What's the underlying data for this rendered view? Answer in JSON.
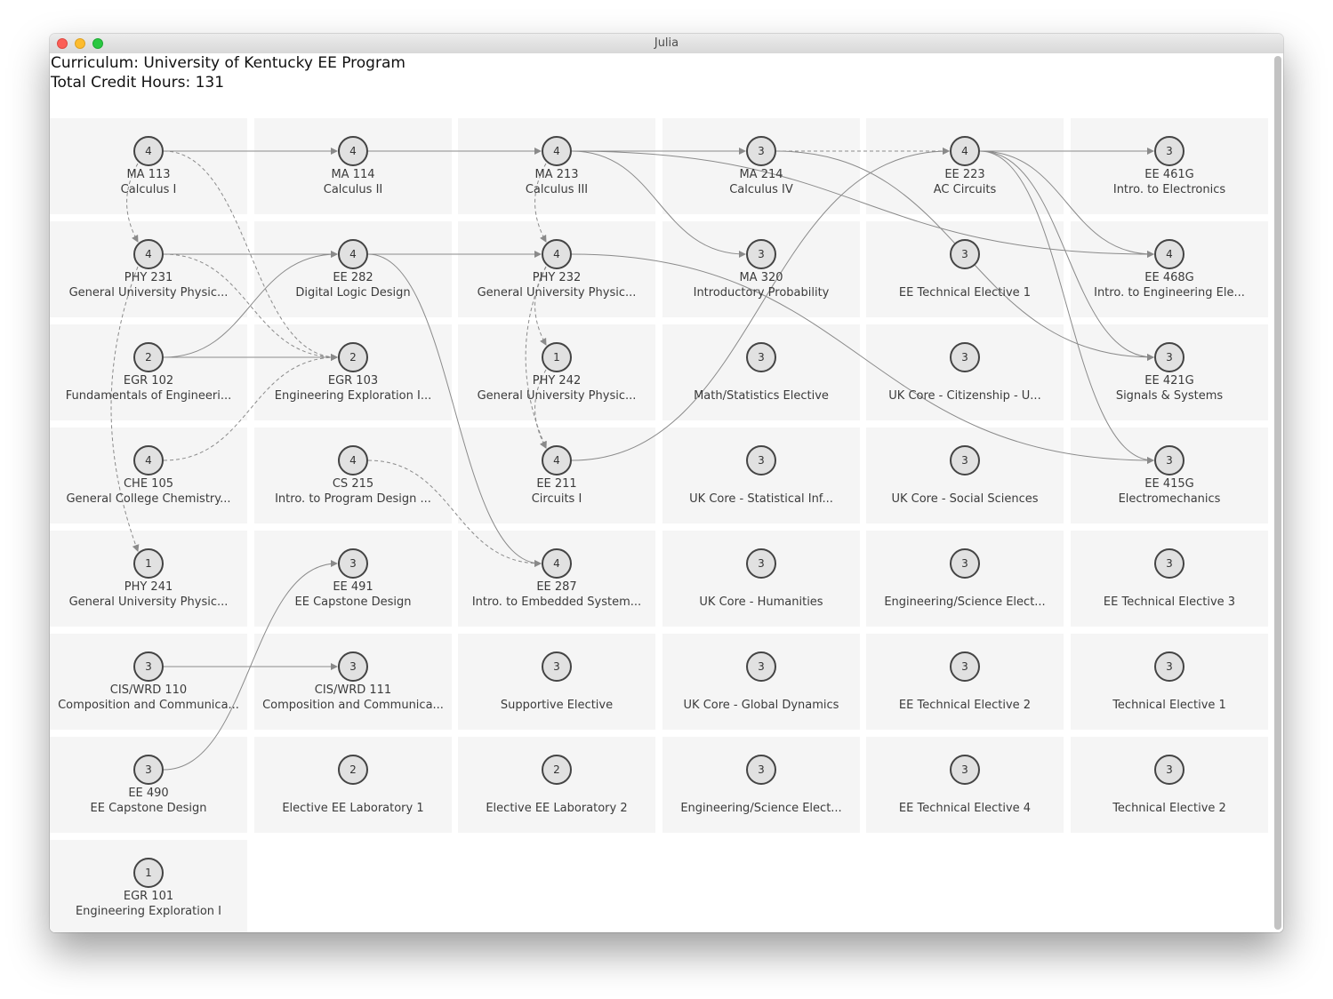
{
  "window": {
    "title": "Julia",
    "info": {
      "curriculum": "Curriculum: University of Kentucky EE Program",
      "credit_hours": "Total Credit Hours: 131"
    }
  },
  "colors": {
    "node_fill": "#e1e1e1",
    "node_border": "#444444",
    "cell_bg": "#f5f5f5",
    "edge": "#8a8a8a"
  },
  "terms": [
    [
      {
        "id": "MA113",
        "credits": "4",
        "prefix": "MA 113",
        "name": "Calculus I"
      },
      {
        "id": "PHY231",
        "credits": "4",
        "prefix": "PHY 231",
        "name": "General University Physic..."
      },
      {
        "id": "EGR102",
        "credits": "2",
        "prefix": "EGR 102",
        "name": "Fundamentals of Engineeri..."
      },
      {
        "id": "CHE105",
        "credits": "4",
        "prefix": "CHE 105",
        "name": "General College Chemistry..."
      },
      {
        "id": "PHY241",
        "credits": "1",
        "prefix": "PHY 241",
        "name": "General University Physic..."
      },
      {
        "id": "CISWRD110",
        "credits": "3",
        "prefix": "CIS/WRD 110",
        "name": "Composition and Communica..."
      },
      {
        "id": "EE490",
        "credits": "3",
        "prefix": "EE 490",
        "name": "EE Capstone Design"
      },
      {
        "id": "EGR101",
        "credits": "1",
        "prefix": "EGR 101",
        "name": "Engineering Exploration I"
      }
    ],
    [
      {
        "id": "MA114",
        "credits": "4",
        "prefix": "MA 114",
        "name": "Calculus II"
      },
      {
        "id": "EE282",
        "credits": "4",
        "prefix": "EE 282",
        "name": "Digital Logic Design"
      },
      {
        "id": "EGR103",
        "credits": "2",
        "prefix": "EGR 103",
        "name": "Engineering Exploration I..."
      },
      {
        "id": "CS215",
        "credits": "4",
        "prefix": "CS 215",
        "name": "Intro. to Program Design ..."
      },
      {
        "id": "EE491",
        "credits": "3",
        "prefix": "EE 491",
        "name": "EE Capstone Design"
      },
      {
        "id": "CISWRD111",
        "credits": "3",
        "prefix": "CIS/WRD 111",
        "name": "Composition and Communica..."
      },
      {
        "id": "ELAB1",
        "credits": "2",
        "prefix": "",
        "name": "Elective EE Laboratory 1"
      }
    ],
    [
      {
        "id": "MA213",
        "credits": "4",
        "prefix": "MA 213",
        "name": "Calculus III"
      },
      {
        "id": "PHY232",
        "credits": "4",
        "prefix": "PHY 232",
        "name": "General University Physic..."
      },
      {
        "id": "PHY242",
        "credits": "1",
        "prefix": "PHY 242",
        "name": "General University Physic..."
      },
      {
        "id": "EE211",
        "credits": "4",
        "prefix": "EE 211",
        "name": "Circuits I"
      },
      {
        "id": "EE287",
        "credits": "4",
        "prefix": "EE 287",
        "name": "Intro. to Embedded System..."
      },
      {
        "id": "SUPEL",
        "credits": "3",
        "prefix": "",
        "name": "Supportive Elective"
      },
      {
        "id": "ELAB2",
        "credits": "2",
        "prefix": "",
        "name": "Elective EE Laboratory 2"
      }
    ],
    [
      {
        "id": "MA214",
        "credits": "3",
        "prefix": "MA 214",
        "name": "Calculus IV"
      },
      {
        "id": "MA320",
        "credits": "3",
        "prefix": "MA 320",
        "name": "Introductory Probability"
      },
      {
        "id": "MATHEL",
        "credits": "3",
        "prefix": "",
        "name": "Math/Statistics Elective"
      },
      {
        "id": "UKSTAT",
        "credits": "3",
        "prefix": "",
        "name": "UK Core - Statistical Inf..."
      },
      {
        "id": "UKHUM",
        "credits": "3",
        "prefix": "",
        "name": "UK Core - Humanities"
      },
      {
        "id": "UKGLOB",
        "credits": "3",
        "prefix": "",
        "name": "UK Core - Global Dynamics"
      },
      {
        "id": "ENGSCI1",
        "credits": "3",
        "prefix": "",
        "name": "Engineering/Science Elect..."
      }
    ],
    [
      {
        "id": "EE223",
        "credits": "4",
        "prefix": "EE 223",
        "name": "AC Circuits"
      },
      {
        "id": "EETE1",
        "credits": "3",
        "prefix": "",
        "name": "EE Technical Elective 1"
      },
      {
        "id": "UKCIT",
        "credits": "3",
        "prefix": "",
        "name": "UK Core - Citizenship - U..."
      },
      {
        "id": "UKSOC",
        "credits": "3",
        "prefix": "",
        "name": "UK Core - Social Sciences"
      },
      {
        "id": "ENGSCI2",
        "credits": "3",
        "prefix": "",
        "name": "Engineering/Science Elect..."
      },
      {
        "id": "EETE2",
        "credits": "3",
        "prefix": "",
        "name": "EE Technical Elective 2"
      },
      {
        "id": "EETE4",
        "credits": "3",
        "prefix": "",
        "name": "EE Technical Elective 4"
      }
    ],
    [
      {
        "id": "EE461G",
        "credits": "3",
        "prefix": "EE 461G",
        "name": "Intro. to Electronics"
      },
      {
        "id": "EE468G",
        "credits": "4",
        "prefix": "EE 468G",
        "name": "Intro. to Engineering Ele..."
      },
      {
        "id": "EE421G",
        "credits": "3",
        "prefix": "EE 421G",
        "name": "Signals & Systems"
      },
      {
        "id": "EE415G",
        "credits": "3",
        "prefix": "EE 415G",
        "name": "Electromechanics"
      },
      {
        "id": "EETE3",
        "credits": "3",
        "prefix": "",
        "name": "EE Technical Elective 3"
      },
      {
        "id": "TE1",
        "credits": "3",
        "prefix": "",
        "name": "Technical Elective 1"
      },
      {
        "id": "TE2",
        "credits": "3",
        "prefix": "",
        "name": "Technical Elective 2"
      }
    ]
  ],
  "requisites": [
    {
      "from": "MA113",
      "to": "MA114",
      "kind": "pre"
    },
    {
      "from": "MA113",
      "to": "PHY231",
      "kind": "co"
    },
    {
      "from": "MA113",
      "to": "EGR103",
      "kind": "co"
    },
    {
      "from": "PHY231",
      "to": "EE282",
      "kind": "pre"
    },
    {
      "from": "PHY231",
      "to": "EGR103",
      "kind": "co"
    },
    {
      "from": "PHY231",
      "to": "PHY241",
      "kind": "co"
    },
    {
      "from": "EGR102",
      "to": "EE282",
      "kind": "pre"
    },
    {
      "from": "EGR102",
      "to": "EGR103",
      "kind": "pre"
    },
    {
      "from": "CHE105",
      "to": "EGR103",
      "kind": "co"
    },
    {
      "from": "CISWRD110",
      "to": "CISWRD111",
      "kind": "pre"
    },
    {
      "from": "EE490",
      "to": "EE491",
      "kind": "pre"
    },
    {
      "from": "MA114",
      "to": "MA213",
      "kind": "pre"
    },
    {
      "from": "EE282",
      "to": "PHY232",
      "kind": "pre"
    },
    {
      "from": "EE282",
      "to": "EE287",
      "kind": "pre"
    },
    {
      "from": "CS215",
      "to": "EE287",
      "kind": "co"
    },
    {
      "from": "MA213",
      "to": "MA214",
      "kind": "pre"
    },
    {
      "from": "MA213",
      "to": "MA320",
      "kind": "pre"
    },
    {
      "from": "MA213",
      "to": "PHY232",
      "kind": "co"
    },
    {
      "from": "MA213",
      "to": "EE468G",
      "kind": "pre"
    },
    {
      "from": "PHY232",
      "to": "PHY242",
      "kind": "co"
    },
    {
      "from": "PHY232",
      "to": "EE211",
      "kind": "co"
    },
    {
      "from": "PHY232",
      "to": "EE415G",
      "kind": "pre"
    },
    {
      "from": "PHY242",
      "to": "EE211",
      "kind": "co"
    },
    {
      "from": "EE211",
      "to": "EE223",
      "kind": "pre"
    },
    {
      "from": "MA214",
      "to": "EE223",
      "kind": "co"
    },
    {
      "from": "MA214",
      "to": "EE421G",
      "kind": "pre"
    },
    {
      "from": "EE223",
      "to": "EE461G",
      "kind": "pre"
    },
    {
      "from": "EE223",
      "to": "EE468G",
      "kind": "pre"
    },
    {
      "from": "EE223",
      "to": "EE421G",
      "kind": "pre"
    },
    {
      "from": "EE223",
      "to": "EE415G",
      "kind": "pre"
    }
  ]
}
